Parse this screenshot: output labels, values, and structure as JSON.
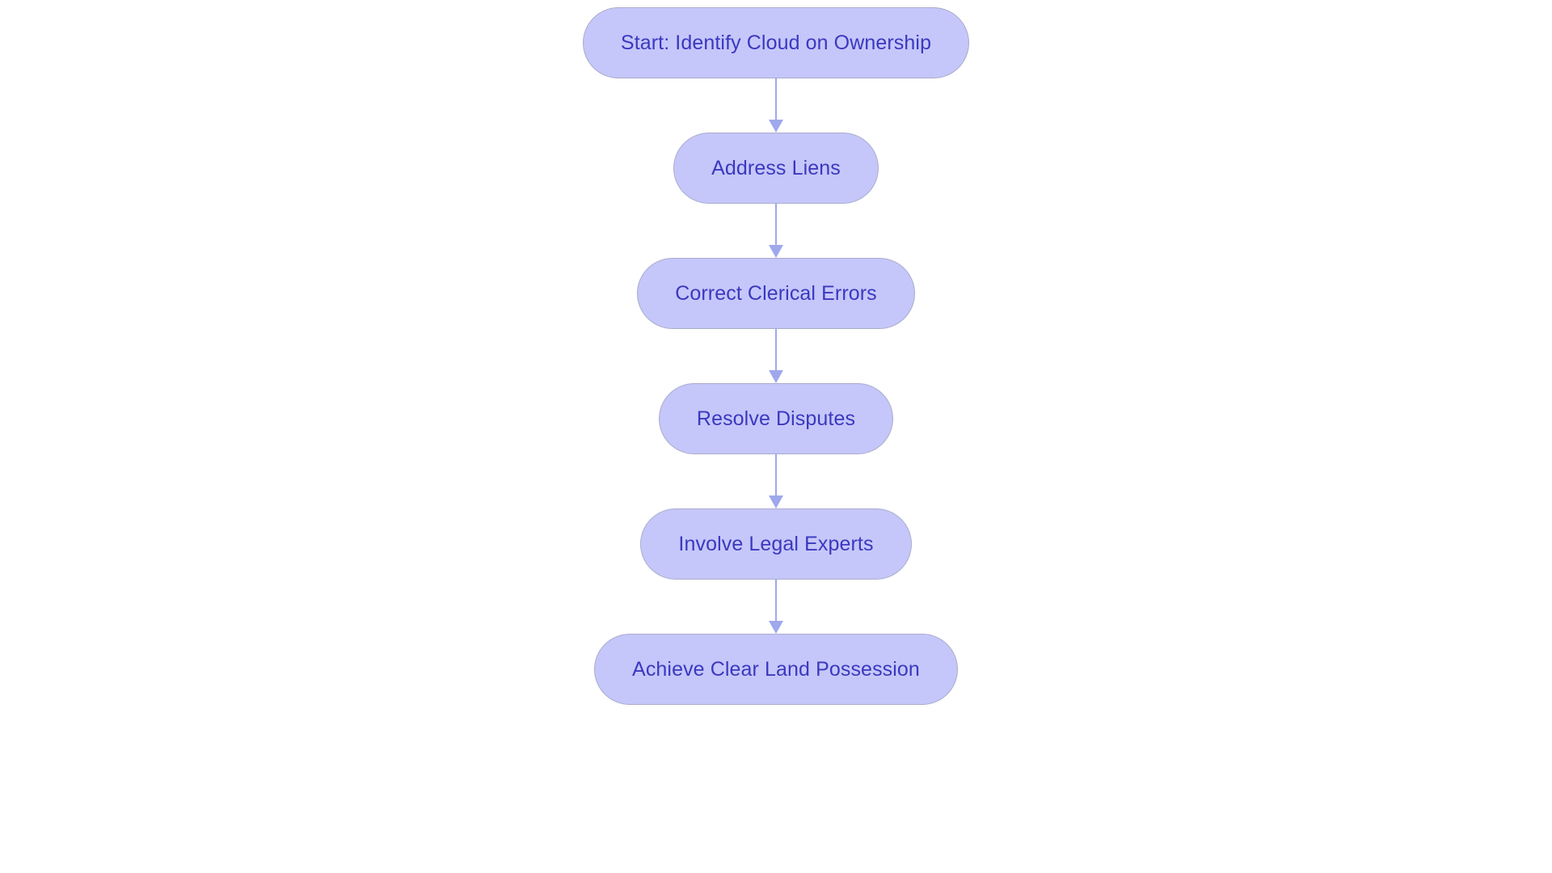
{
  "chart_data": {
    "type": "diagram",
    "diagram_type": "flowchart",
    "orientation": "top-to-bottom",
    "title": "",
    "background_color": "#ffffff",
    "node_style": {
      "shape": "pill",
      "fill_color": "#c5c7fa",
      "border_color": "#aaaccc",
      "text_color": "#3b38bf"
    },
    "edge_style": {
      "line_color": "#9fa8ec",
      "arrowhead": "solid-triangle",
      "arrow_color": "#9fa8ec"
    },
    "nodes": [
      {
        "id": "n1",
        "label": "Start: Identify Cloud on Ownership"
      },
      {
        "id": "n2",
        "label": "Address Liens"
      },
      {
        "id": "n3",
        "label": "Correct Clerical Errors"
      },
      {
        "id": "n4",
        "label": "Resolve Disputes"
      },
      {
        "id": "n5",
        "label": "Involve Legal Experts"
      },
      {
        "id": "n6",
        "label": "Achieve Clear Land Possession"
      }
    ],
    "edges": [
      {
        "from": "n1",
        "to": "n2",
        "label": ""
      },
      {
        "from": "n2",
        "to": "n3",
        "label": ""
      },
      {
        "from": "n3",
        "to": "n4",
        "label": ""
      },
      {
        "from": "n4",
        "to": "n5",
        "label": ""
      },
      {
        "from": "n5",
        "to": "n6",
        "label": ""
      }
    ]
  }
}
